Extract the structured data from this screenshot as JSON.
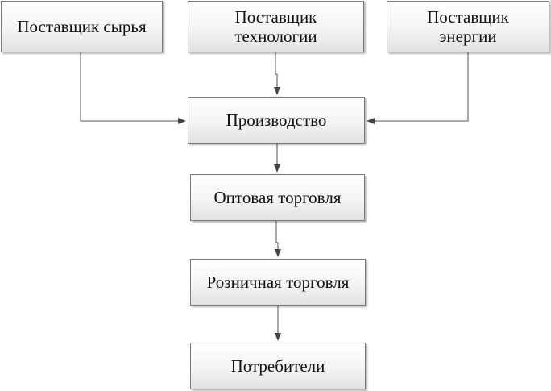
{
  "diagram": {
    "nodes": [
      {
        "id": "raw",
        "lines": [
          "Поставщик сырья"
        ]
      },
      {
        "id": "tech",
        "lines": [
          "Поставщик",
          "технологии"
        ]
      },
      {
        "id": "energy",
        "lines": [
          "Поставщик",
          "энергии"
        ]
      },
      {
        "id": "prod",
        "lines": [
          "Производство"
        ]
      },
      {
        "id": "whole",
        "lines": [
          "Оптовая торговля"
        ]
      },
      {
        "id": "retail",
        "lines": [
          "Розничная торговля"
        ]
      },
      {
        "id": "cons",
        "lines": [
          "Потребители"
        ]
      }
    ],
    "edges": [
      {
        "from": "raw",
        "to": "prod"
      },
      {
        "from": "tech",
        "to": "prod"
      },
      {
        "from": "energy",
        "to": "prod"
      },
      {
        "from": "prod",
        "to": "whole"
      },
      {
        "from": "whole",
        "to": "retail"
      },
      {
        "from": "retail",
        "to": "cons"
      }
    ],
    "colors": {
      "line": "#555555",
      "border": "#7a7a7a",
      "text": "#111111"
    }
  }
}
